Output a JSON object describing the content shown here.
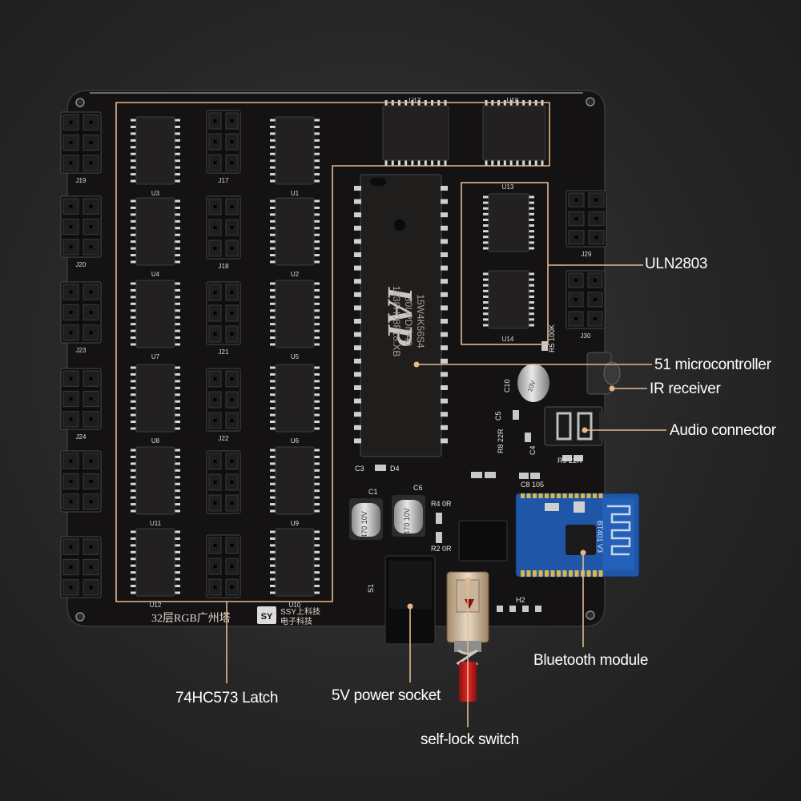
{
  "board": {
    "silkscreen": "32层RGB广州塔",
    "brand_line1": "SSY上科技",
    "brand_line2": "电子科技",
    "mcu_brand": "IAP",
    "mcu_line1": "15W4K56S4",
    "mcu_line2": "30I-PDIP40",
    "mcu_line3": "1938H08F18.XB",
    "ic_refs_left": [
      "U3",
      "U4",
      "U7",
      "U8",
      "U11",
      "U12"
    ],
    "ic_refs_mid": [
      "U1",
      "U2",
      "U5",
      "U6",
      "U9",
      "U10"
    ],
    "header_refs_left": [
      "J19",
      "J20",
      "J23",
      "J24"
    ],
    "header_refs_mid": [
      "J17",
      "J18",
      "J21",
      "J22"
    ],
    "top_refs": [
      "U17",
      "U18"
    ],
    "uln_refs": [
      "U13",
      "U14"
    ],
    "right_header_refs": [
      "J29",
      "J30"
    ],
    "bt_module_text": "BT401 V3",
    "part_labels": {
      "c1": "C1",
      "c6": "C6",
      "c3": "C3",
      "d4": "D4",
      "r4": "R4 0R",
      "r2": "R2 0R",
      "s1": "S1",
      "h2": "H2",
      "c10": "C10",
      "r5": "R5 100K",
      "c5": "C5",
      "r8": "R8 22R",
      "c4": "C4",
      "r9": "R9 22R",
      "c8": "C8 105"
    }
  },
  "colors": {
    "callout": "#e3b98c",
    "board": "#141212",
    "text": "#ffffff"
  },
  "callouts": {
    "uln": "ULN2803",
    "mcu": "51 microcontroller",
    "ir": "IR receiver",
    "audio": "Audio connector",
    "bluetooth": "Bluetooth module",
    "latch": "74HC573 Latch",
    "power": "5V power socket",
    "switch": "self-lock switch"
  }
}
